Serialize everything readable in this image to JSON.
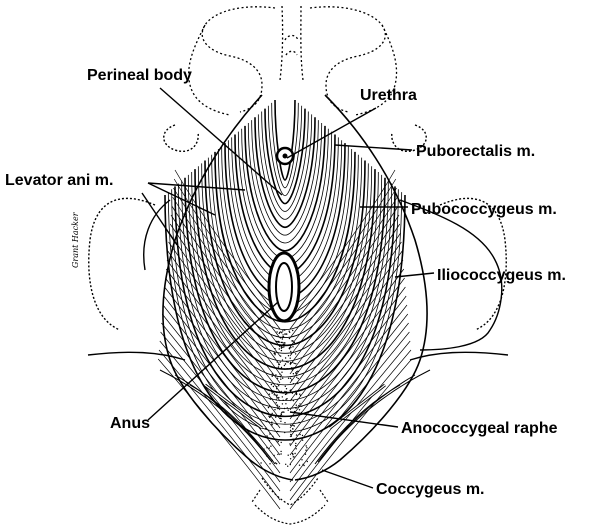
{
  "labels": {
    "perineal_body": "Perineal body",
    "urethra": "Urethra",
    "levator_ani": "Levator ani m.",
    "puborectalis": "Puborectalis m.",
    "pubococcygeus": "Pubococcygeus m.",
    "iliococcygeus": "Iliococcygeus m.",
    "anus": "Anus",
    "anococcygeal_raphe": "Anococcygeal raphe",
    "coccygeus": "Coccygeus m."
  },
  "signature": "Grant Hacker",
  "colors": {
    "ink": "#000000",
    "paper": "#ffffff"
  }
}
